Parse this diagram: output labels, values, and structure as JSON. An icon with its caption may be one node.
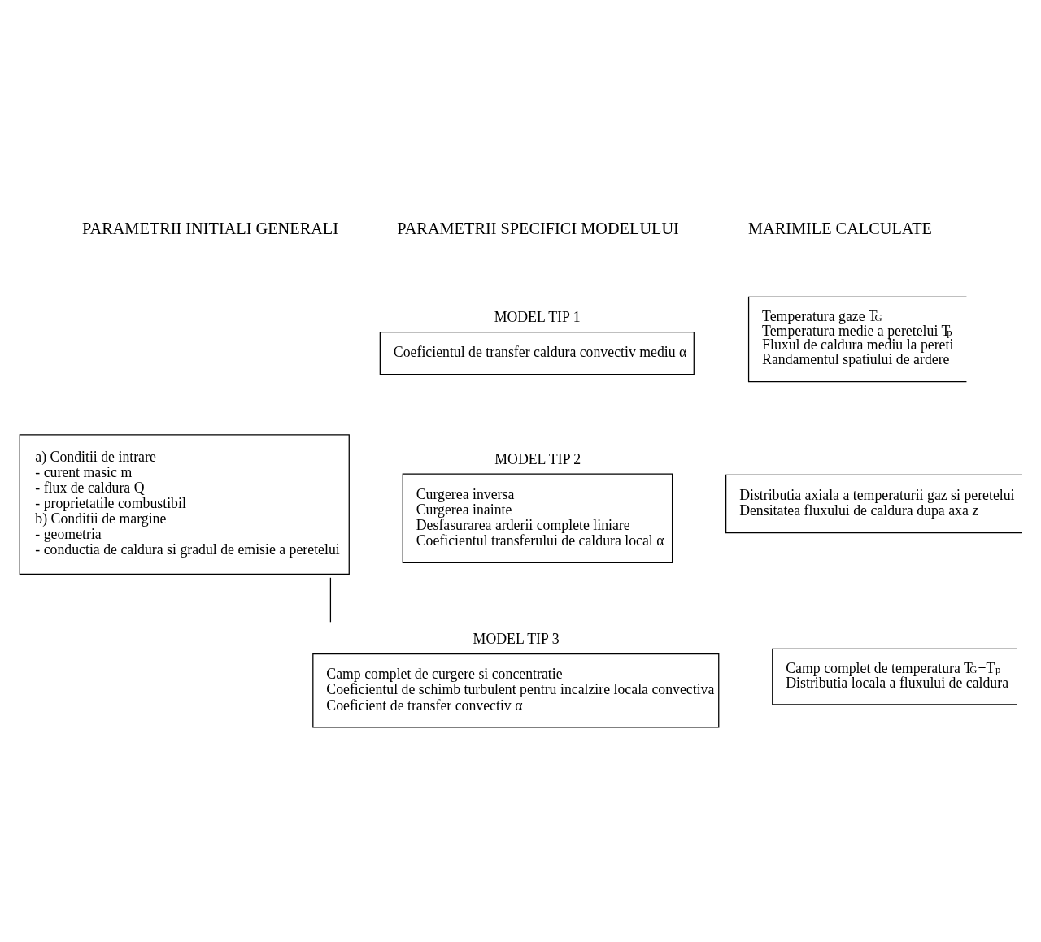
{
  "diagram": {
    "nodes": [
      {
        "text": [
          "a) Conditii de intrare",
          "- curent masic m",
          "- flux de caldura Q",
          "- proprietatile combustibil",
          "b) Conditii de margine",
          "- geometria",
          "- conductia de caldura si gradul de emisie a peretelui"
        ]
      },
      {
        "text": [
          "MODEL TIP 1",
          "Coeficientul de transfer caldura convectiv mediu α"
        ]
      },
      {
        "text": [
          "Temperatura gaze T$_{G}$",
          "Temperatura medie a peretelui T$_{p}$",
          "Fluxul de caldura mediu la pereti",
          "Randamentul spatiului de ardere"
        ]
      },
      {
        "text": [
          "MODEL TIP 2",
          "Curgerea inversa",
          "Curgerea inainte",
          "Desfasurarea arderii complete liniare",
          "Coeficientul transferului de caldura local α"
        ]
      },
      {
        "text": [
          "Distributia axiala a temperaturii gaz si peretelui",
          "Densitatea fluxului de caldura dupa axa z"
        ]
      },
      {
        "text": [
          "MODEL TIP 3",
          "Camp complet de curgere si concentratie",
          "Coeficientul de schimb turbulent pentru incalzire locala convectiva",
          "Coeficient de transfer convectiv α"
        ]
      },
      {
        "text": [
          "Camp complet de temperatura T$_{G}$+T$_{p}$",
          "Distributia locala a fluxului de caldura"
        ]
      }
    ],
    "edges": [
      {
        "from": 0,
        "to": 5,
        "arrow": "none"
      }
    ],
    "labels": [
      "PARAMETRII INITIALI GENERALI",
      "PARAMETRII SPECIFICI MODELULUI",
      "MARIMILE CALCULATE"
    ]
  }
}
